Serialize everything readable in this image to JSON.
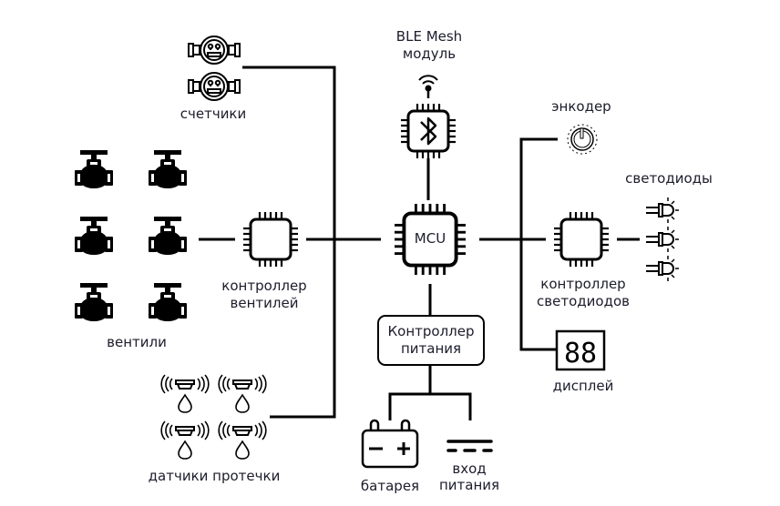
{
  "diagram": {
    "mcu_label": "MCU",
    "ble": {
      "line1": "BLE Mesh",
      "line2": "модуль"
    },
    "meters_label": "счетчики",
    "valves_label": "вентили",
    "valve_controller": {
      "line1": "контроллер",
      "line2": "вентилей"
    },
    "leak_sensors_label": "датчики протечки",
    "power_controller": {
      "line1": "Контроллер",
      "line2": "питания"
    },
    "battery_label": "батарея",
    "power_input": {
      "line1": "вход",
      "line2": "питания"
    },
    "encoder_label": "энкодер",
    "leds_label": "светодиоды",
    "led_controller": {
      "line1": "контроллер",
      "line2": "светодиодов"
    },
    "display_label": "дисплей",
    "display_digits": "88",
    "counts": {
      "meters": 2,
      "valves": 6,
      "leak_sensors": 4,
      "leds": 3
    }
  }
}
